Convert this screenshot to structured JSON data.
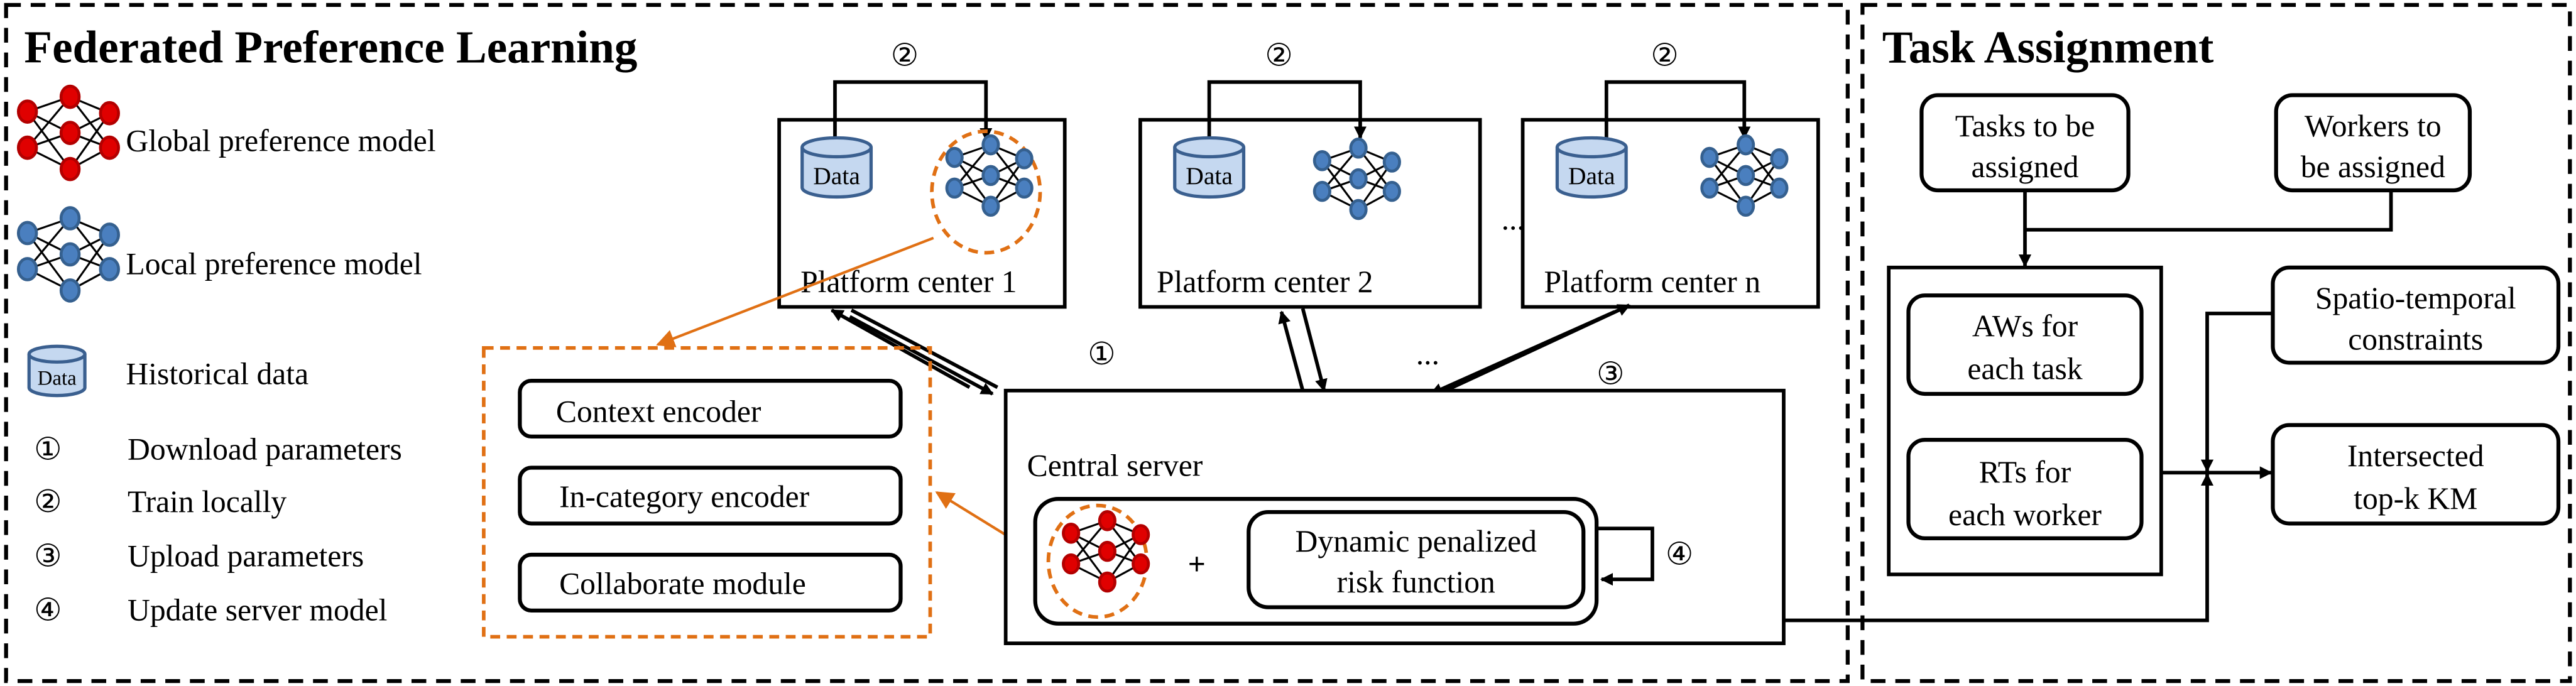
{
  "sections": {
    "federated": {
      "title": "Federated Preference Learning"
    },
    "task": {
      "title": "Task Assignment"
    }
  },
  "legend": {
    "global_model": "Global preference model",
    "local_model": "Local preference model",
    "historical_data": "Historical data",
    "steps": [
      {
        "num": "①",
        "label": "Download parameters"
      },
      {
        "num": "②",
        "label": "Train locally"
      },
      {
        "num": "③",
        "label": "Upload parameters"
      },
      {
        "num": "④",
        "label": "Update server model"
      }
    ]
  },
  "data_icon_label": "Data",
  "platforms": [
    {
      "label": "Platform center 1",
      "step": "②"
    },
    {
      "label": "Platform center 2",
      "step": "②"
    },
    {
      "label": "Platform center n",
      "step": "②"
    }
  ],
  "ellipsis": "...",
  "arrow_labels": {
    "download": "①",
    "upload": "③",
    "update": "④"
  },
  "model_components": [
    "Context encoder",
    "In-category encoder",
    "Collaborate module"
  ],
  "central_server": {
    "label": "Central server",
    "plus": "+",
    "risk_function": [
      "Dynamic penalized",
      "risk function"
    ]
  },
  "task_assignment": {
    "tasks_box": [
      "Tasks to be",
      "assigned"
    ],
    "workers_box": [
      "Workers to",
      "be assigned"
    ],
    "aws_box": [
      "AWs for",
      "each task"
    ],
    "rts_box": [
      "RTs for",
      "each worker"
    ],
    "constraints_box": [
      "Spatio-temporal",
      "constraints"
    ],
    "km_box": [
      "Intersected",
      "top-k KM"
    ]
  },
  "colors": {
    "global_node": "#e00000",
    "global_node_ring": "#b30000",
    "local_node": "#4a7fbf",
    "local_node_ring": "#35608f",
    "data_fill": "#c5d8f0",
    "data_stroke": "#3a5f8f",
    "highlight": "#e07014"
  }
}
